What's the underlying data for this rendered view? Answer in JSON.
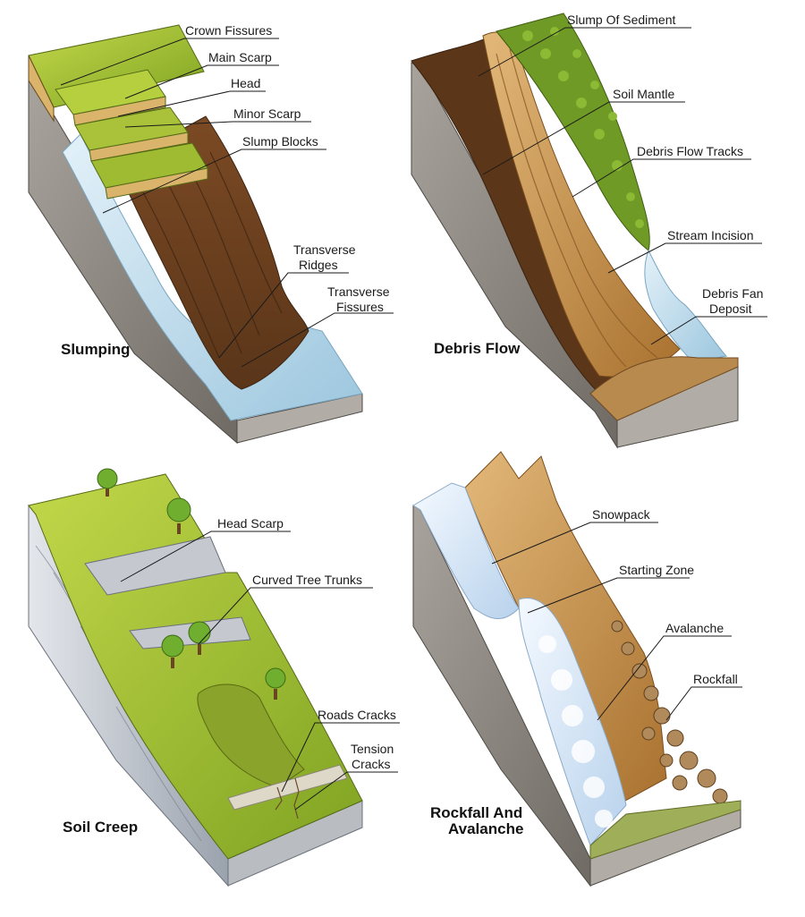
{
  "panels": {
    "slumping": {
      "title": "Slumping",
      "labels": {
        "crown_fissures": "Crown Fissures",
        "main_scarp": "Main Scarp",
        "head": "Head",
        "minor_scarp": "Minor Scarp",
        "slump_blocks": "Slump Blocks",
        "transverse_ridges_1": "Transverse",
        "transverse_ridges_2": "Ridges",
        "transverse_fissures_1": "Transverse",
        "transverse_fissures_2": "Fissures"
      }
    },
    "debris_flow": {
      "title": "Debris Flow",
      "labels": {
        "slump_of_sediment": "Slump Of Sediment",
        "soil_mantle": "Soil Mantle",
        "debris_flow_tracks": "Debris Flow Tracks",
        "stream_incision": "Stream Incision",
        "debris_fan_1": "Debris Fan",
        "debris_fan_2": "Deposit"
      }
    },
    "soil_creep": {
      "title": "Soil Creep",
      "labels": {
        "head_scarp": "Head Scarp",
        "curved_tree_trunks": "Curved Tree Trunks",
        "roads_cracks": "Roads Cracks",
        "tension_cracks_1": "Tension",
        "tension_cracks_2": "Cracks"
      }
    },
    "rockfall": {
      "title_1": "Rockfall And",
      "title_2": "Avalanche",
      "labels": {
        "snowpack": "Snowpack",
        "starting_zone": "Starting Zone",
        "avalanche": "Avalanche",
        "rockfall": "Rockfall"
      }
    }
  },
  "colors": {
    "rock": "#8f8a83",
    "rock_light": "#c9c5bf",
    "soil": "#9a6a3c",
    "mud": "#6f4422",
    "grass": "#a7c23a",
    "grass_dark": "#6f8a1e",
    "water": "#bcd9ea",
    "snow": "#e6f0fa",
    "sand": "#c89a55",
    "tree": "#5f9a2a"
  }
}
